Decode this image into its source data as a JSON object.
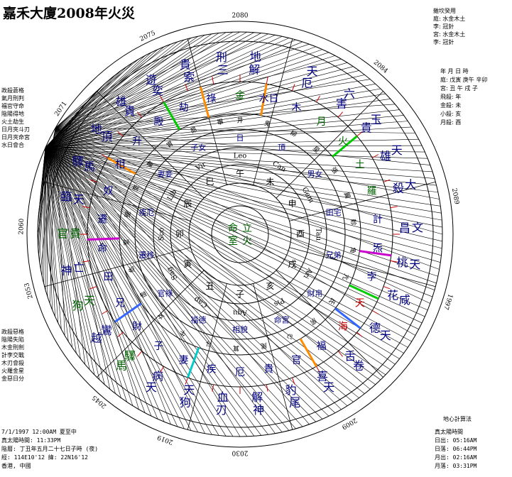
{
  "title": "嘉禾大廈2008年火災",
  "top_right_info": [
    "雜坎癸用",
    "庭: 水金木土",
    "李: 冠針",
    "宮: 水金木土",
    "李: 冠針"
  ],
  "top_right_info2": [
    "年 月 日 時",
    "庭: 戊寅 庚午 辛卯",
    "宮: 丑 午 戌 子",
    "",
    "飛殺: 年",
    "金殺: 未",
    "小殺: 亥",
    "月殺: 酉"
  ],
  "top_left_info": [
    "政殺蒼格",
    "氣月刑判",
    "福官守命",
    "陰陽得地",
    "火土劫生",
    "日月夾斗刃",
    "日月夾命宮",
    "水日會合"
  ],
  "mid_left_info": [
    "政殺惡格",
    "陰陽失陷",
    "木金刑劍",
    "計李交戰",
    "木刃會殺",
    "火羅金星",
    "金惡日分"
  ],
  "bottom_right_method": "地心計算法",
  "bottom_left_info": [
    "7/1/1997 12:00AM 夏至中",
    "真太陽時間: 11:33PM",
    "陰曆: 丁丑年五月二十七日子時 (夜)",
    "經: 114E10'12  緯: 22N16'12",
    "香港, 中國"
  ],
  "bottom_right_info": [
    "真太陽時間",
    "日出: 05:16AM",
    "日落: 06:44PM",
    "月出: 02:16AM",
    "月落: 03:31PM"
  ],
  "year_labels": [
    {
      "t": "2080",
      "a": 0
    },
    {
      "t": "2084",
      "a": 40
    },
    {
      "t": "2089",
      "a": 80
    },
    {
      "t": "1997",
      "a": 108
    },
    {
      "t": "2009",
      "a": 150
    },
    {
      "t": "2019",
      "a": 200
    },
    {
      "t": "2030",
      "a": 180
    },
    {
      "t": "2045",
      "a": 220
    },
    {
      "t": "2053",
      "a": 255
    },
    {
      "t": "2060",
      "a": 272
    },
    {
      "t": "2071",
      "a": 305
    },
    {
      "t": "2075",
      "a": 335
    }
  ],
  "rings": {
    "outer_palace": [
      {
        "a": 5,
        "t": "地解",
        "c": "#000080"
      },
      {
        "a": 24,
        "t": "天厄",
        "c": "#000080"
      },
      {
        "a": 38,
        "t": "六害",
        "c": "#000080"
      },
      {
        "a": 50,
        "t": "玉貴",
        "c": "#000080"
      },
      {
        "a": 62,
        "t": "天雄",
        "c": "#000080"
      },
      {
        "a": 74,
        "t": "大殺",
        "c": "#000080"
      },
      {
        "a": 88,
        "t": "文昌",
        "c": "#000080"
      },
      {
        "a": 100,
        "t": "天桃",
        "c": "#000080"
      },
      {
        "a": 112,
        "t": "咸花",
        "c": "#000080"
      },
      {
        "a": 125,
        "t": "天德",
        "c": "#000080"
      },
      {
        "a": 138,
        "t": "卷舌",
        "c": "#000080"
      },
      {
        "a": 150,
        "t": "天喜",
        "c": "#000080"
      },
      {
        "a": 162,
        "t": "尾豹",
        "c": "#000080"
      },
      {
        "a": 174,
        "t": "神解",
        "c": "#000080"
      },
      {
        "a": 186,
        "t": "刃血",
        "c": "#000080"
      },
      {
        "a": 198,
        "t": "狗天",
        "c": "#000080"
      },
      {
        "a": 210,
        "t": "天病",
        "c": "#000080"
      },
      {
        "a": 222,
        "t": "馬驛",
        "c": "#006400"
      },
      {
        "a": 234,
        "t": "越鸞",
        "c": "#000080"
      },
      {
        "a": 246,
        "t": "狗天",
        "c": "#006400"
      },
      {
        "a": 258,
        "t": "神亡",
        "c": "#000080"
      },
      {
        "a": 270,
        "t": "官貴",
        "c": "#006400"
      },
      {
        "a": 282,
        "t": "臨天",
        "c": "#000080"
      },
      {
        "a": 294,
        "t": "驛馬",
        "c": "#000080"
      },
      {
        "a": 306,
        "t": "地頂",
        "c": "#000080"
      },
      {
        "a": 318,
        "t": "雄貴",
        "c": "#000080"
      },
      {
        "a": 330,
        "t": "遊奕",
        "c": "#000080"
      },
      {
        "a": 342,
        "t": "貴索",
        "c": "#000080"
      },
      {
        "a": 354,
        "t": "刑三",
        "c": "#000080"
      }
    ],
    "middle_ring": [
      {
        "a": 0,
        "t": "金",
        "c": "#006400"
      },
      {
        "a": 12,
        "t": "水日",
        "c": "#000080"
      },
      {
        "a": 24,
        "t": "木",
        "c": "#000080"
      },
      {
        "a": 36,
        "t": "月",
        "c": "#006400"
      },
      {
        "a": 48,
        "t": "火",
        "c": "#006400"
      },
      {
        "a": 60,
        "t": "土",
        "c": "#006400"
      },
      {
        "a": 72,
        "t": "羅",
        "c": "#006400"
      },
      {
        "a": 84,
        "t": "計",
        "c": "#000080"
      },
      {
        "a": 96,
        "t": "炁",
        "c": "#000080"
      },
      {
        "a": 108,
        "t": "孛",
        "c": "#000080"
      },
      {
        "a": 120,
        "t": "天",
        "c": "#cc0000"
      },
      {
        "a": 132,
        "t": "海",
        "c": "#cc0000"
      },
      {
        "a": 144,
        "t": "福",
        "c": "#000080"
      },
      {
        "a": 156,
        "t": "官",
        "c": "#000080"
      },
      {
        "a": 168,
        "t": "貴",
        "c": "#000080"
      },
      {
        "a": 180,
        "t": "厄",
        "c": "#000080"
      },
      {
        "a": 192,
        "t": "疾",
        "c": "#000080"
      },
      {
        "a": 204,
        "t": "妻",
        "c": "#000080"
      },
      {
        "a": 216,
        "t": "子",
        "c": "#000080"
      },
      {
        "a": 228,
        "t": "財",
        "c": "#000080"
      },
      {
        "a": 240,
        "t": "兄",
        "c": "#000080"
      },
      {
        "a": 252,
        "t": "田",
        "c": "#000080"
      },
      {
        "a": 264,
        "t": "命",
        "c": "#000080"
      },
      {
        "a": 276,
        "t": "遷",
        "c": "#000080"
      },
      {
        "a": 288,
        "t": "奴",
        "c": "#000080"
      },
      {
        "a": 300,
        "t": "相",
        "c": "#000080"
      },
      {
        "a": 312,
        "t": "升",
        "c": "#000080"
      },
      {
        "a": 324,
        "t": "殿",
        "c": "#000080"
      },
      {
        "a": 336,
        "t": "劫",
        "c": "#000080"
      },
      {
        "a": 348,
        "t": "祿",
        "c": "#000080"
      }
    ],
    "zodiac": [
      {
        "a": 0,
        "t": "Leo"
      },
      {
        "a": 30,
        "t": "Can"
      },
      {
        "a": 60,
        "t": "Gem"
      },
      {
        "a": 90,
        "t": "Tau"
      },
      {
        "a": 120,
        "t": "Ari"
      },
      {
        "a": 150,
        "t": "Pis"
      },
      {
        "a": 180,
        "t": "Aqu"
      },
      {
        "a": 210,
        "t": "Cap"
      },
      {
        "a": 240,
        "t": "Sag"
      },
      {
        "a": 270,
        "t": "Sco"
      },
      {
        "a": 300,
        "t": "Lib"
      },
      {
        "a": 330,
        "t": "Vir"
      }
    ],
    "branches": [
      {
        "a": 0,
        "t": "午"
      },
      {
        "a": 30,
        "t": "未"
      },
      {
        "a": 60,
        "t": "申"
      },
      {
        "a": 90,
        "t": "酉"
      },
      {
        "a": 120,
        "t": "戌"
      },
      {
        "a": 150,
        "t": "亥"
      },
      {
        "a": 180,
        "t": "子"
      },
      {
        "a": 210,
        "t": "丑"
      },
      {
        "a": 240,
        "t": "寅"
      },
      {
        "a": 270,
        "t": "卯"
      },
      {
        "a": 300,
        "t": "辰"
      },
      {
        "a": 330,
        "t": "巳"
      }
    ],
    "mansions": [
      {
        "a": 0,
        "t": "井"
      },
      {
        "a": 14,
        "t": "鬼"
      },
      {
        "a": 28,
        "t": "柳"
      },
      {
        "a": 42,
        "t": "星"
      },
      {
        "a": 56,
        "t": "張"
      },
      {
        "a": 70,
        "t": "翼"
      },
      {
        "a": 84,
        "t": "軫"
      },
      {
        "a": 98,
        "t": "角"
      },
      {
        "a": 112,
        "t": "亢"
      },
      {
        "a": 126,
        "t": "氐"
      },
      {
        "a": 140,
        "t": "房"
      },
      {
        "a": 154,
        "t": "心"
      },
      {
        "a": 168,
        "t": "尾"
      },
      {
        "a": 182,
        "t": "箕"
      },
      {
        "a": 196,
        "t": "斗"
      },
      {
        "a": 210,
        "t": "牛"
      },
      {
        "a": 224,
        "t": "女"
      },
      {
        "a": 238,
        "t": "虛"
      },
      {
        "a": 252,
        "t": "危"
      },
      {
        "a": 266,
        "t": "室"
      },
      {
        "a": 280,
        "t": "壁"
      },
      {
        "a": 294,
        "t": "奎"
      },
      {
        "a": 308,
        "t": "婁"
      },
      {
        "a": 322,
        "t": "胃"
      },
      {
        "a": 336,
        "t": "昴"
      },
      {
        "a": 350,
        "t": "畢"
      }
    ],
    "center": "命立室火"
  },
  "ring_labels_inner": [
    "日",
    "頂",
    "男女",
    "田宅",
    "兄弟",
    "財帛",
    "命宮",
    "相貌",
    "福德",
    "官祿",
    "遷移",
    "疾厄",
    "妻妾",
    "子女"
  ]
}
